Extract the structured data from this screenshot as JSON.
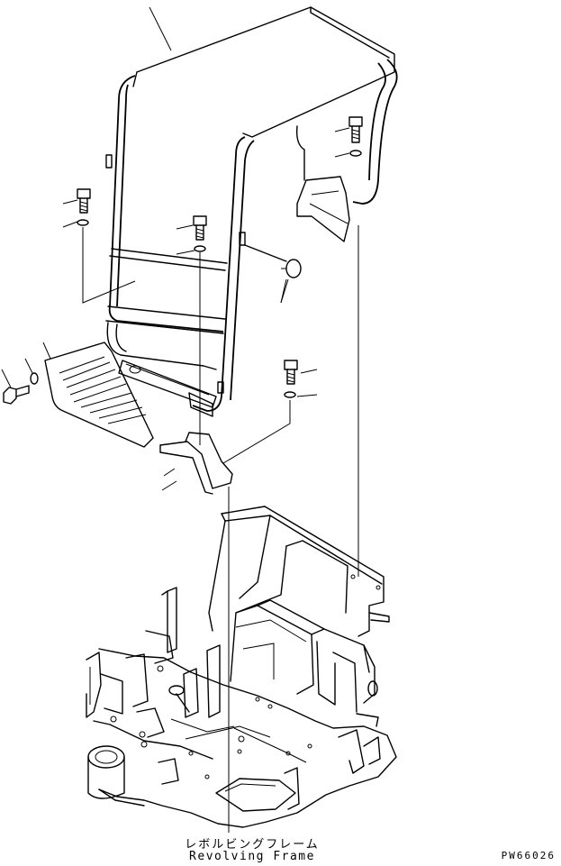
{
  "labels": {
    "frame_name_jp": "レボルビングフレーム",
    "frame_name_en": "Revolving Frame",
    "drawing_code": "PW66026"
  }
}
